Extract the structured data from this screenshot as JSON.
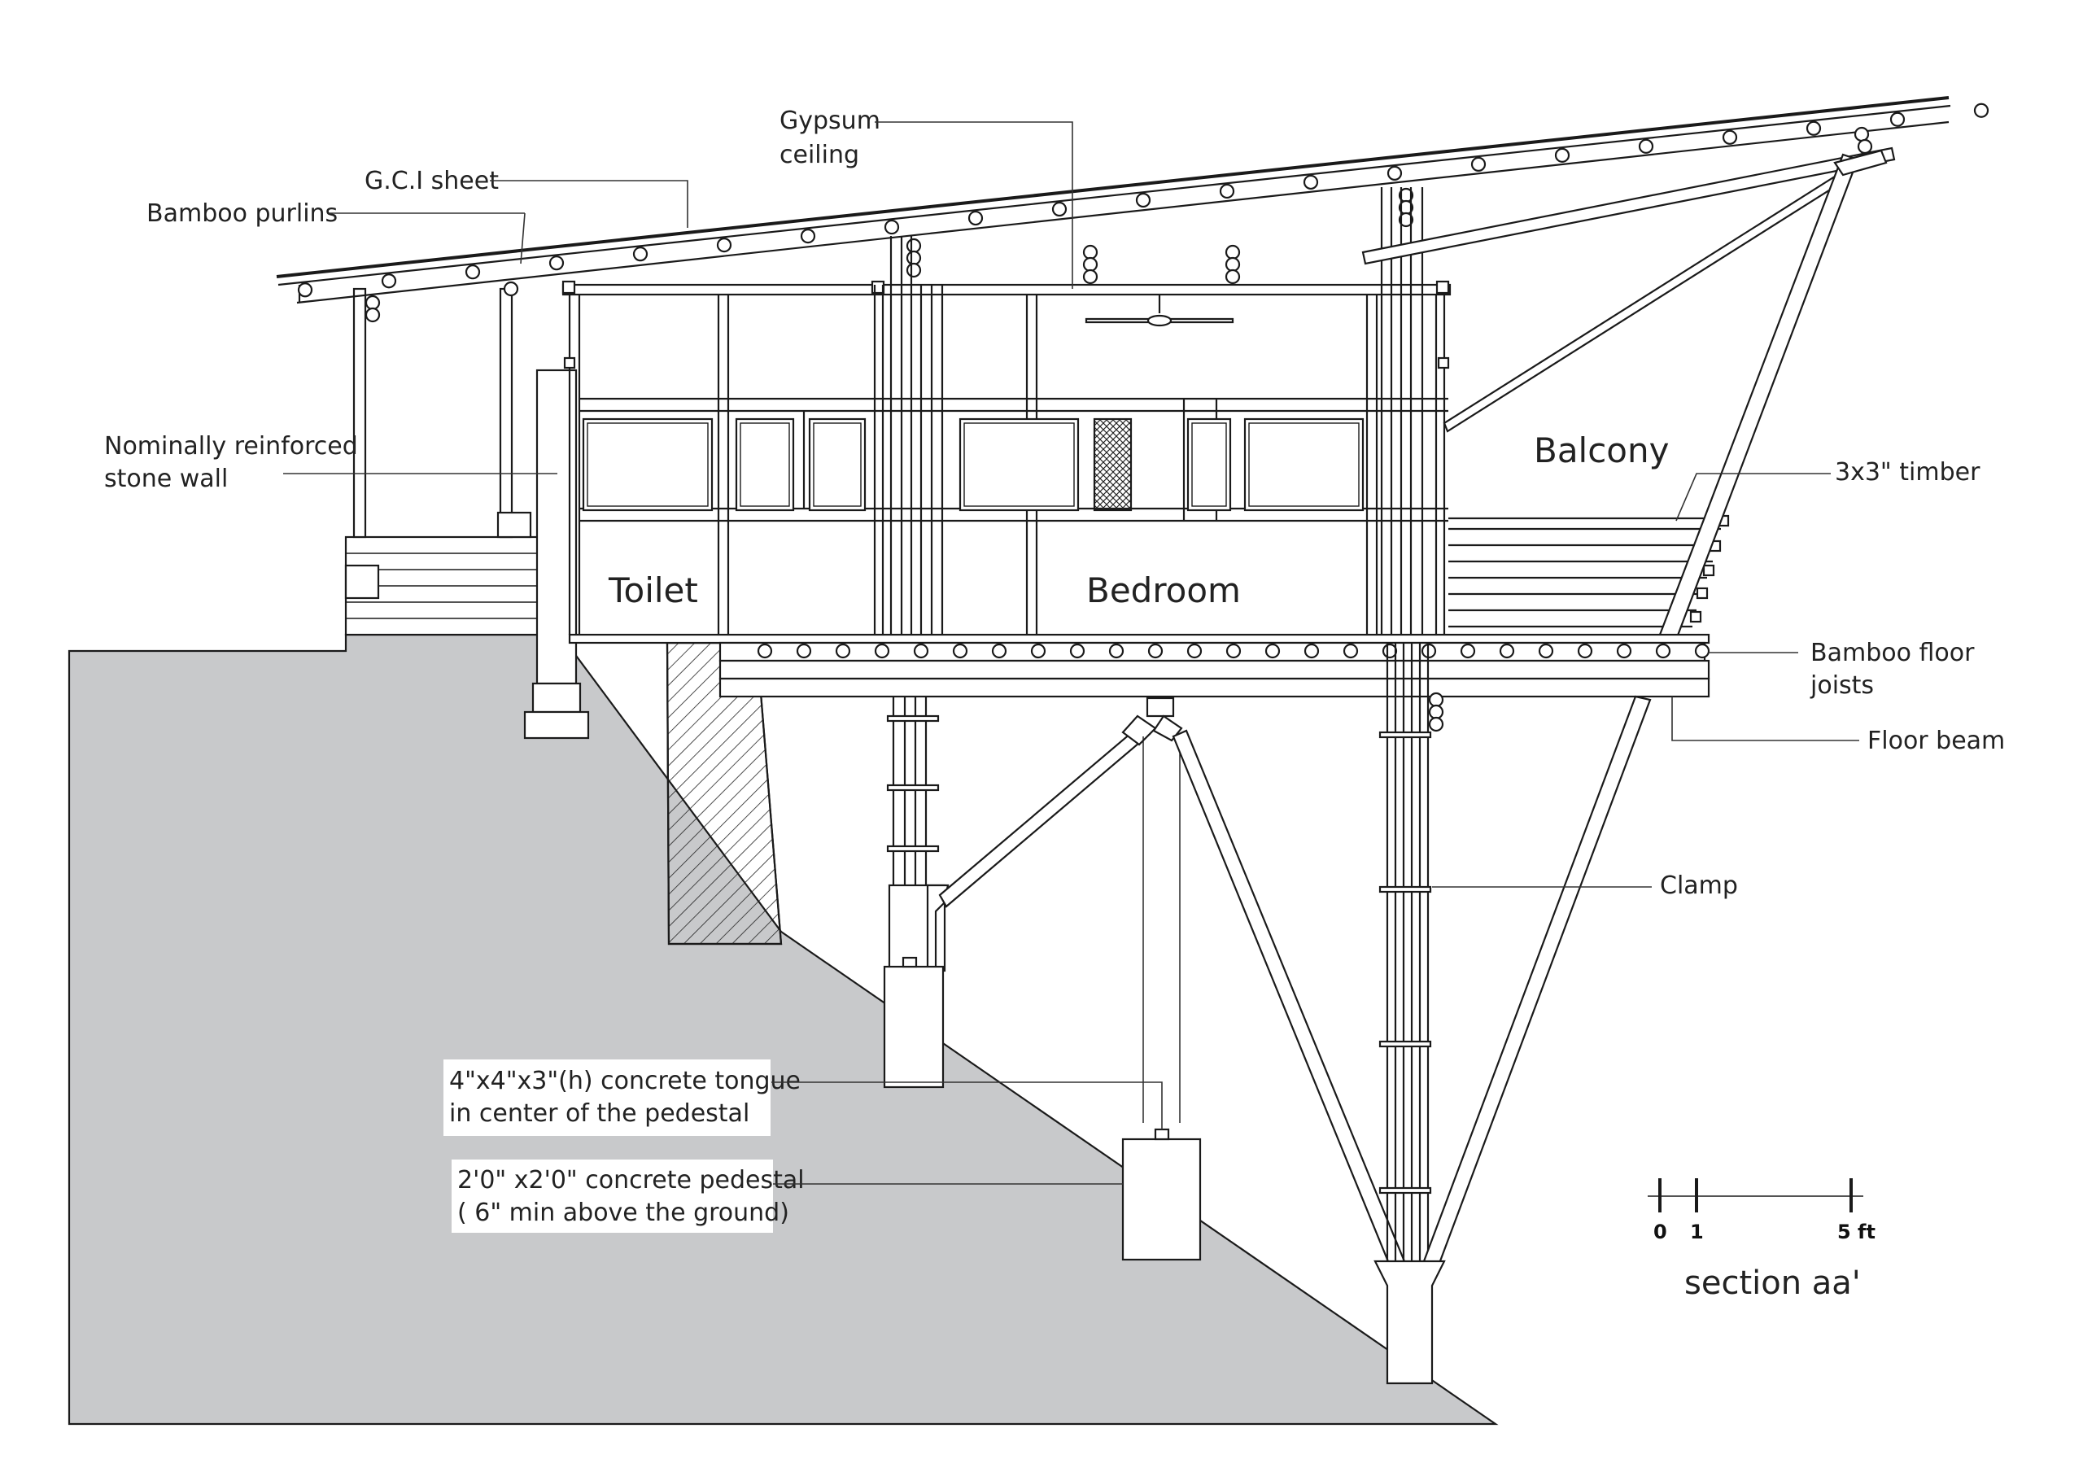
{
  "labels": {
    "gypsum_ceiling_1": "Gypsum",
    "gypsum_ceiling_2": "ceiling",
    "gci_sheet": "G.C.I sheet",
    "bamboo_purlins": "Bamboo purlins",
    "stone_wall_1": "Nominally reinforced",
    "stone_wall_2": "stone wall",
    "timber": "3x3\" timber",
    "floor_joists_1": "Bamboo floor",
    "floor_joists_2": "joists",
    "floor_beam": "Floor beam",
    "clamp": "Clamp",
    "tongue_1": "4\"x4\"x3\"(h) concrete tongue",
    "tongue_2": "in center of the pedestal",
    "pedestal_1": "2'0\" x2'0\" concrete pedestal",
    "pedestal_2": "( 6\" min above the ground)"
  },
  "rooms": {
    "toilet": "Toilet",
    "bedroom": "Bedroom",
    "balcony": "Balcony"
  },
  "scale_bar": {
    "ticks": [
      "0",
      "1",
      "5 ft"
    ]
  },
  "section_title": "section aa'",
  "colors": {
    "ground": "#c8c9cb",
    "line": "#1a1a1a",
    "background": "#ffffff"
  }
}
